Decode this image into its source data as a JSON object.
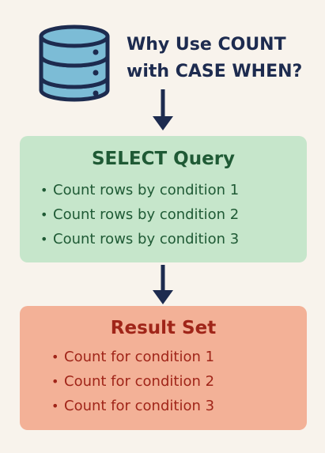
{
  "header": {
    "title_line1": "Why Use COUNT",
    "title_line2": "with CASE WHEN?",
    "icon": "database-icon"
  },
  "query_box": {
    "title": "SELECT Query",
    "items": [
      "Count rows by condition 1",
      "Count rows by condition 2",
      "Count rows by condition 3"
    ]
  },
  "result_box": {
    "title": "Result Set",
    "items": [
      "Count for condition 1",
      "Count for condition 2",
      "Count for condition 3"
    ]
  },
  "colors": {
    "background": "#f8f3ec",
    "navy": "#1d2b4f",
    "db_fill": "#7cbcd6",
    "query_box": "#c6e6cb",
    "query_text": "#1f5a35",
    "result_box": "#f3b197",
    "result_text": "#a02519"
  }
}
